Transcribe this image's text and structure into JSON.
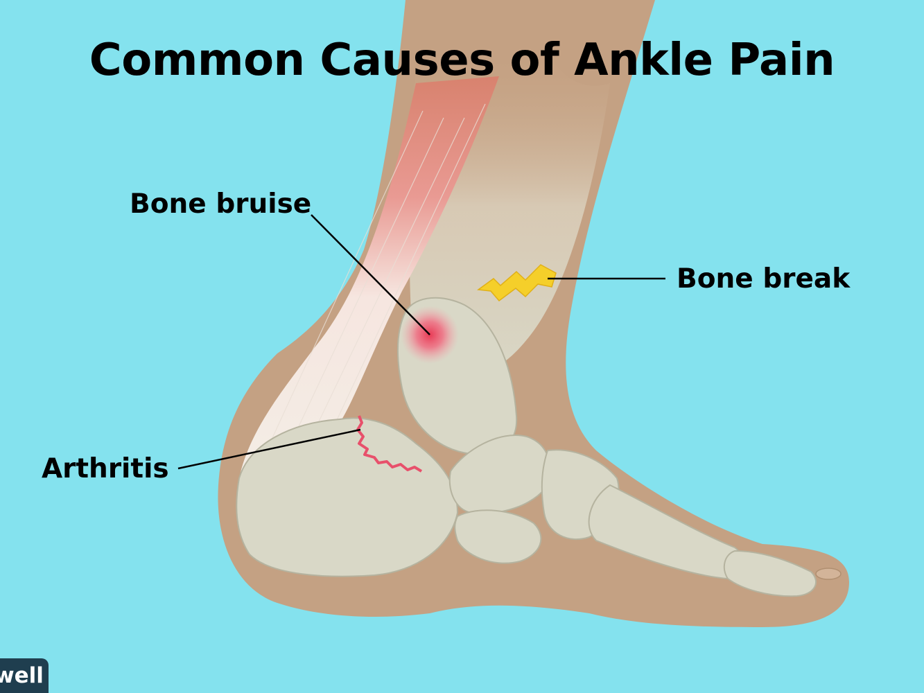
{
  "title": "Common Causes of Ankle Pain",
  "labels": {
    "bone_bruise": "Bone bruise",
    "bone_break": "Bone break",
    "arthritis": "Arthritis"
  },
  "logo": {
    "text": "well"
  },
  "colors": {
    "background": "#84e2ee",
    "skin": "#c4a183",
    "bone": "#d9d8c7",
    "tendon": "#f2e8e0",
    "inflammation": "#e8506b",
    "fracture": "#f5cf2a",
    "logo_background": "#1f3e4f"
  }
}
